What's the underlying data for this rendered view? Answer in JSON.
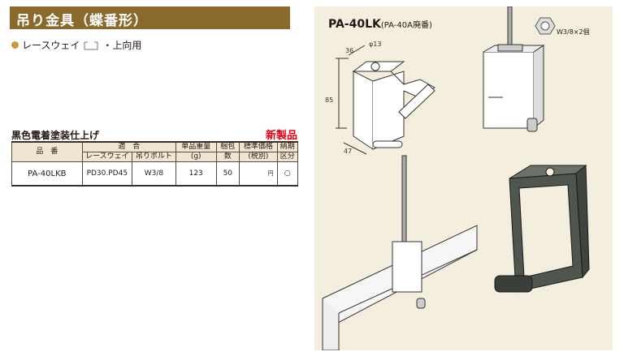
{
  "title": "吊り金具（蝶番形）",
  "feature": {
    "text_before": "レースウェイ",
    "text_after": "・上向用"
  },
  "subtitle": "黒色電着塗装仕上げ",
  "new_badge": "新製品",
  "table": {
    "header_model": "品　番",
    "header_fit": "適　合",
    "header_raceway": "レースウェイ",
    "header_bolt": "吊りボルト",
    "header_weight": "単品重量",
    "header_weight_unit": "(g)",
    "header_pack": "梱包",
    "header_pack2": "数",
    "header_price": "標準価格",
    "header_price2": "(税別)",
    "header_delivery": "納期",
    "header_delivery2": "区分",
    "rows": [
      {
        "model": "PA-40LKB",
        "raceway": "PD30.PD45",
        "bolt": "W3/8",
        "weight": "123",
        "pack": "50",
        "price": "円",
        "delivery": "○"
      }
    ]
  },
  "illustration": {
    "model": "PA-40LK",
    "model_note": "(PA-40A廃番)",
    "nut_label": "W3/8×2個",
    "dim_36": "36",
    "dim_hole": "φ13",
    "dim_85": "85",
    "dim_47": "47"
  }
}
